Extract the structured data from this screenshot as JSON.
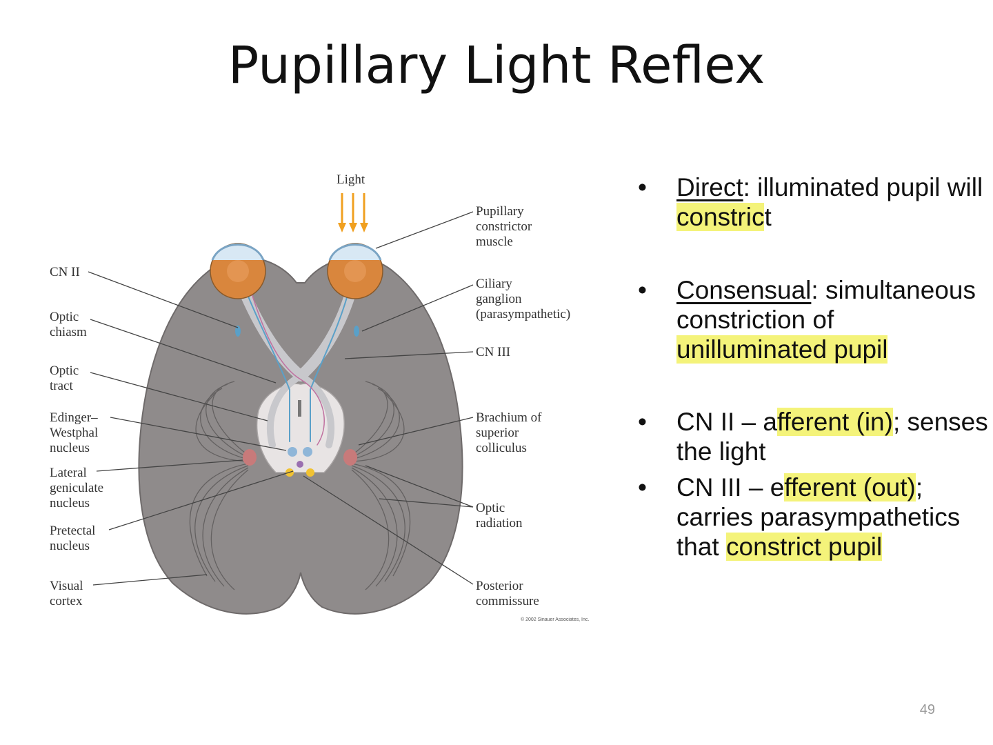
{
  "slide": {
    "title": "Pupillary Light Reflex",
    "page_number": "49"
  },
  "diagram": {
    "light": "Light",
    "left_labels": [
      {
        "lines": [
          "CN II"
        ]
      },
      {
        "lines": [
          "Optic",
          "chiasm"
        ]
      },
      {
        "lines": [
          "Optic",
          "tract"
        ]
      },
      {
        "lines": [
          "Edinger–",
          "Westphal",
          "nucleus"
        ]
      },
      {
        "lines": [
          "Lateral",
          "geniculate",
          "nucleus"
        ]
      },
      {
        "lines": [
          "Pretectal",
          "nucleus"
        ]
      },
      {
        "lines": [
          "Visual",
          "cortex"
        ]
      }
    ],
    "right_labels": [
      {
        "lines": [
          "Pupillary",
          "constrictor",
          "muscle"
        ]
      },
      {
        "lines": [
          "Ciliary",
          "ganglion",
          "(parasympathetic)"
        ]
      },
      {
        "lines": [
          "CN III"
        ]
      },
      {
        "lines": [
          "Brachium of",
          "superior",
          "colliculus"
        ]
      },
      {
        "lines": [
          "Optic",
          "radiation"
        ]
      },
      {
        "lines": [
          "Posterior",
          "commissure"
        ]
      }
    ],
    "copyright": "© 2002 Sinauer Associates, Inc.",
    "colors": {
      "brain": "#8f8b8b",
      "eye": "#d9863d",
      "nerve": "#c8c8cc",
      "highlight": "#f4f37a",
      "arrow": "#f0a020"
    }
  },
  "bullets": [
    {
      "bullet": "•",
      "parts": [
        {
          "t": "Direct",
          "u": true
        },
        {
          "t": ": illuminated pupil will "
        },
        {
          "t": "constric",
          "hl": true
        },
        {
          "t": "t"
        }
      ]
    },
    {
      "bullet": "•",
      "parts": [
        {
          "t": "Consensual",
          "u": true
        },
        {
          "t": ": simultaneous constriction of "
        },
        {
          "t": "unilluminated pupil ",
          "hl": true
        }
      ]
    },
    {
      "bullet": "•",
      "parts": [
        {
          "t": "CN II – a"
        },
        {
          "t": "fferent (in)",
          "hl": true
        },
        {
          "t": "; senses the light"
        }
      ]
    },
    {
      "bullet": "•",
      "parts": [
        {
          "t": "CN III – e"
        },
        {
          "t": "fferent (out)",
          "hl": true
        },
        {
          "t": "; carries parasympathetics that "
        },
        {
          "t": "constrict pupil ",
          "hl": true
        }
      ]
    }
  ]
}
